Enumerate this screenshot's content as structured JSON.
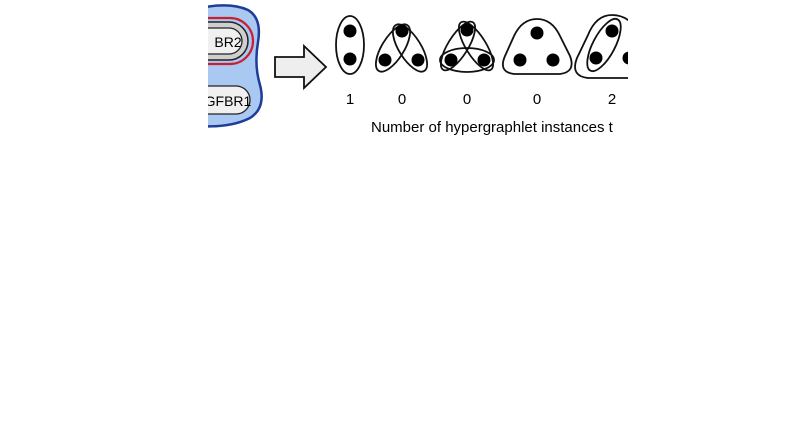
{
  "protein_labels": {
    "top": "BR2",
    "bottom": "GFBR1"
  },
  "hypergraphlets": [
    {
      "count": "1"
    },
    {
      "count": "0"
    },
    {
      "count": "0"
    },
    {
      "count": "0"
    },
    {
      "count": "2"
    }
  ],
  "caption": "Number of hypergraphlet instances t",
  "colors": {
    "cell_fill": "#a9c8f2",
    "cell_stroke": "#1f3c98",
    "highlight_stroke": "#cc1f2b",
    "protein_fill": "#f0f0f0",
    "inner_fill": "#cfcfcf",
    "arrow_fill": "#eeeeee"
  }
}
